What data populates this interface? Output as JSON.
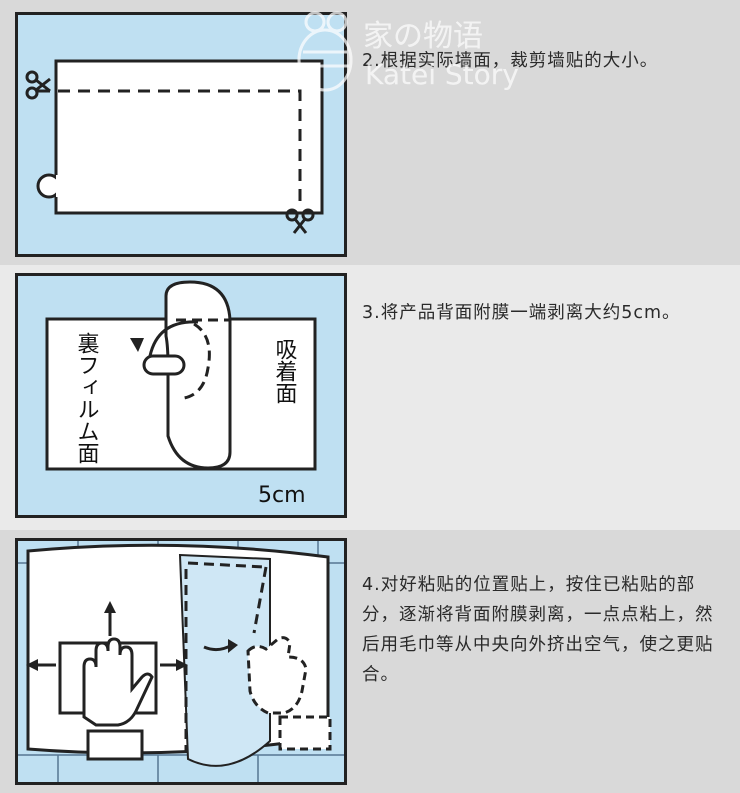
{
  "steps": [
    {
      "text": "2.根据实际墙面，裁剪墙贴的大小。"
    },
    {
      "text": "3.将产品背面附膜一端剥离大约5cm。",
      "diagram": {
        "back_film_label": "裏フィルム面",
        "adhesive_label": "吸着面",
        "measure_label": "5cm"
      }
    },
    {
      "text": "4.对好粘贴的位置贴上，按住已粘贴的部分，逐渐将背面附膜剥离，一点点粘上，然后用毛巾等从中央向外挤出空气，使之更贴合。"
    }
  ],
  "watermark": {
    "brand_cn": "家の物语",
    "brand_en": "Katei Story"
  },
  "colors": {
    "panel_bg": "#bfe0f2",
    "sheet": "#ffffff",
    "outline": "#222222",
    "text": "#2a2a2a"
  },
  "icons": [
    "scissors-icon",
    "arrow-icon",
    "hand-icon"
  ]
}
